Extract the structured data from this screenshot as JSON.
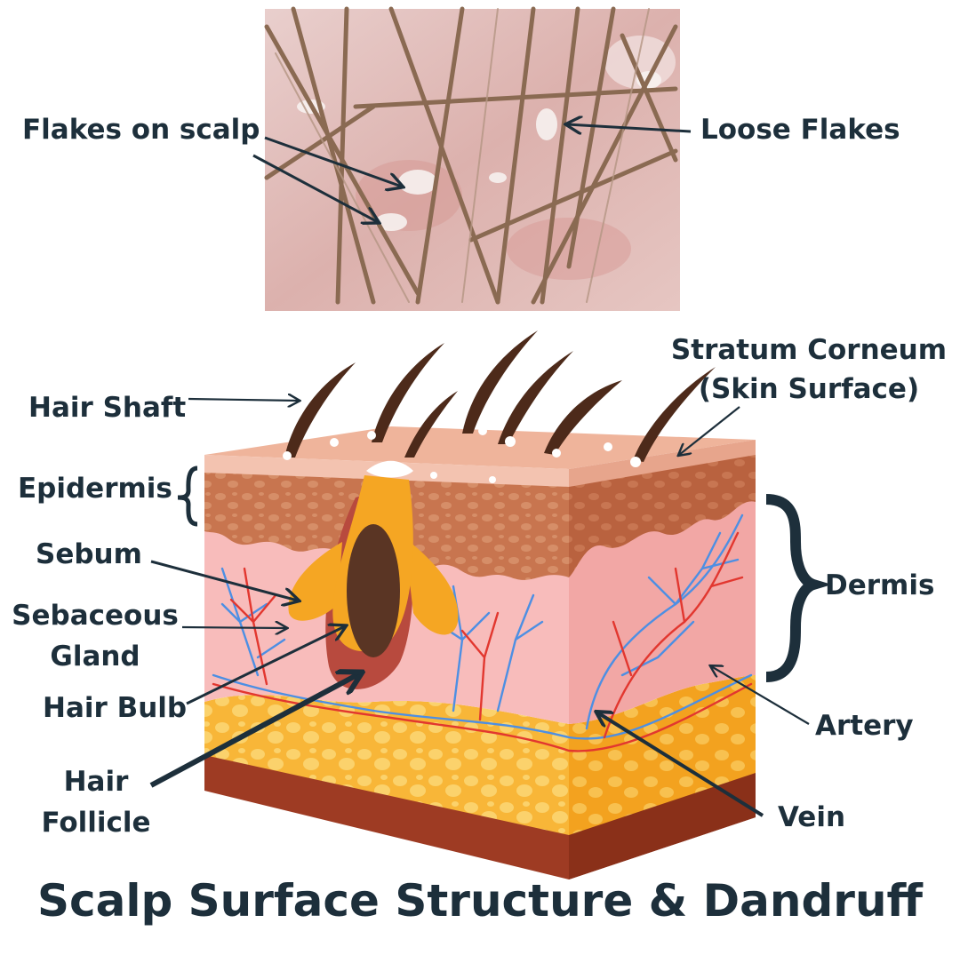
{
  "photo_labels": {
    "flakes_on_scalp": "Flakes on scalp",
    "loose_flakes": "Loose Flakes"
  },
  "diagram_labels": {
    "hair_shaft": "Hair Shaft",
    "stratum_corneum_line1": "Stratum Corneum",
    "stratum_corneum_line2": "(Skin Surface)",
    "epidermis": "Epidermis",
    "sebum": "Sebum",
    "sebaceous_line1": "Sebaceous",
    "sebaceous_line2": "Gland",
    "hair_bulb": "Hair Bulb",
    "hair_follicle_line1": "Hair",
    "hair_follicle_line2": "Follicle",
    "dermis": "Dermis",
    "artery": "Artery",
    "vein": "Vein"
  },
  "title": "Scalp Surface Structure & Dandruff",
  "colors": {
    "text": "#1d2f3b",
    "epidermis": "#c97a55",
    "dermis": "#f6b8b6",
    "fat": "#f7b43a",
    "base": "#9b3a22",
    "hair": "#4a2a1c",
    "follicle": "#f5a623",
    "artery": "#e0352f",
    "vein": "#4a8ee0"
  }
}
